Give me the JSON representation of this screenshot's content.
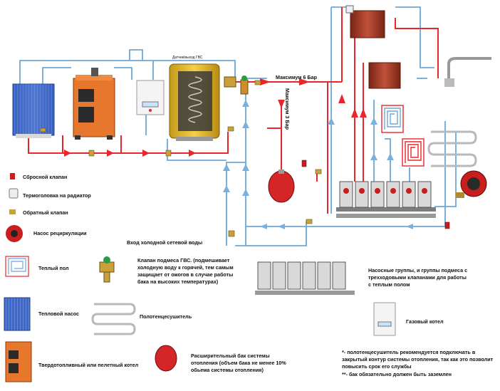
{
  "colors": {
    "hot": "#e8262b",
    "cold": "#6ea7d8",
    "pump": "#c81e1e",
    "boiler_orange": "#e8772e",
    "heatpump_blue": "#3b67c9"
  },
  "labels": {
    "max6": "Максимум 6 Бар",
    "max3": "Максимум 3 Бар",
    "cold_inlet": "Вход холодной сетевой воды",
    "tank_top": "Датчик/выход ГВС",
    "safety_valve": "Сбросной клапан",
    "radiator_thermo": "Термоголовка на радиатор",
    "check_valve": "Обратный клапан",
    "recirc_pump": "Насос рециркуляции",
    "floor_heat": "Теплый пол",
    "heat_pump": "Тепловой насос",
    "solid_boiler": "Твердотопливный или пелетный котел",
    "mixing_valve": "Клапан подмеса ГВС. (подмешивает холодную воду к горячей, тем самым защищает от ожогов в случае работы бака на высоких температурах)",
    "towel_rail": "Полотенцесушитель",
    "exp_tank": "Расширительный бак системы отопления (объем бака не менее 10% обьема системы отопления)",
    "pump_groups": "Насосные группы, и группы подмеса с трехходовыми клапанами для работы с теплым полом",
    "gas_boiler": "Газовый котел",
    "note1": "*- полотенцесушитель рекомендуется подключать в закрытый контур системы отопления, так как это позволит повысить срок его службы",
    "note2": "**- бак обязательно должен быть заземлен"
  },
  "icons": [
    "heat-pump-icon",
    "solid-fuel-boiler-icon",
    "gas-boiler-icon",
    "water-tank-icon",
    "radiator-icon",
    "faucet-icon",
    "floor-heating-icon",
    "towel-rail-icon",
    "recirculation-pump-icon",
    "expansion-tank-icon",
    "pump-group-manifold-icon",
    "safety-valve-icon",
    "thermostatic-head-icon",
    "check-valve-icon",
    "mixing-valve-icon"
  ]
}
